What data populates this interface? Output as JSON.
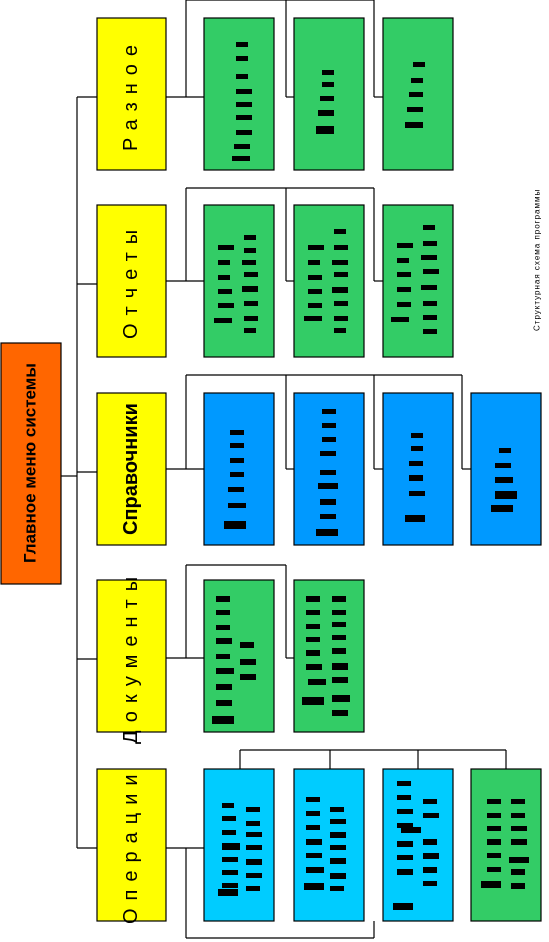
{
  "root": {
    "label": "Главное меню системы",
    "color": "#ff6600"
  },
  "caption": "Структурная схема программы",
  "colors": {
    "section": "#ffff00",
    "green": "#33cc66",
    "blue": "#0099ff",
    "cyan": "#00ccff",
    "line": "#000000",
    "bar": "#000000"
  },
  "sections": [
    {
      "key": "raznoe",
      "label": "Разное",
      "style": "spaced",
      "cards": [
        "green",
        "green",
        "green"
      ]
    },
    {
      "key": "otchety",
      "label": "Отчеты",
      "style": "spaced",
      "cards": [
        "green",
        "green",
        "green"
      ]
    },
    {
      "key": "spravochniki",
      "label": "Справочники",
      "style": "bold",
      "cards": [
        "blue",
        "blue",
        "blue",
        "blue"
      ]
    },
    {
      "key": "dokumenty",
      "label": "Документы",
      "style": "spaced",
      "cards": [
        "green",
        "green"
      ]
    },
    {
      "key": "operatsii",
      "label": "Операции",
      "style": "spaced",
      "cards": [
        "cyan",
        "cyan",
        "cyan",
        "green"
      ]
    }
  ]
}
